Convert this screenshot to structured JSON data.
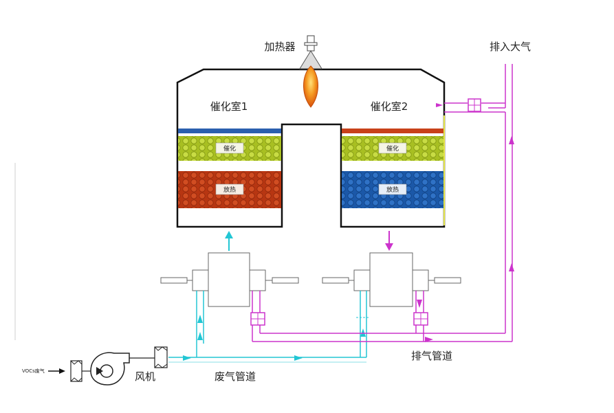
{
  "labels": {
    "heater": "加热器",
    "exhaust_to_air": "排入大气",
    "chamber1": "催化室1",
    "chamber2": "催化室2",
    "chamber1_catalyst": "催化",
    "chamber1_heat": "放热",
    "chamber2_catalyst": "催化",
    "chamber2_heat": "放热",
    "inlet_gas": "VOCs废气",
    "fan": "风机",
    "waste_gas_pipe": "废气管道",
    "exhaust_pipe": "排气管道"
  },
  "colors": {
    "outline": "#111111",
    "cyan_flow": "#22c6d4",
    "magenta_flow": "#cc33cc",
    "catalyst_layer": "#b5cc2a",
    "heat_red": "#c8411a",
    "heat_blue": "#1f63b8",
    "blue_strip": "#2b5fae",
    "red_strip": "#c8411a",
    "flame": "#f07a18"
  },
  "icons": {
    "heater": "burner-flame-icon",
    "fan": "centrifugal-fan-icon",
    "filter": "filter-box-icon",
    "valve": "valve-box-icon",
    "arrow": "flow-arrow-icon"
  }
}
